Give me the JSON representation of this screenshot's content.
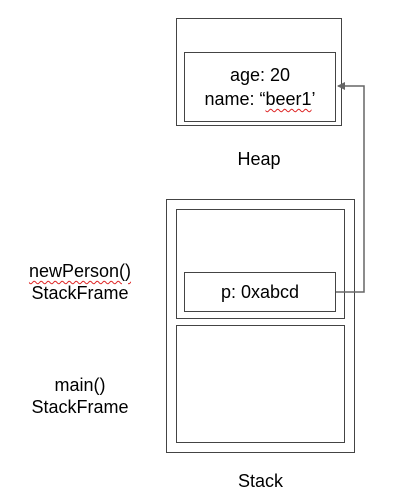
{
  "heap": {
    "object": {
      "age_line": "age: 20",
      "name_prefix": "name: “",
      "name_value": "beer1",
      "name_suffix": "’"
    },
    "label": "Heap"
  },
  "stack": {
    "label": "Stack",
    "frames": [
      {
        "name_line1": "newPerson()",
        "name_line2": "StackFrame",
        "variable": "p: 0xabcd"
      },
      {
        "name_line1": "main()",
        "name_line2": "StackFrame"
      }
    ]
  },
  "colors": {
    "border": "#444444",
    "arrow": "#666666",
    "spellcheck_underline": "#dd2222"
  }
}
